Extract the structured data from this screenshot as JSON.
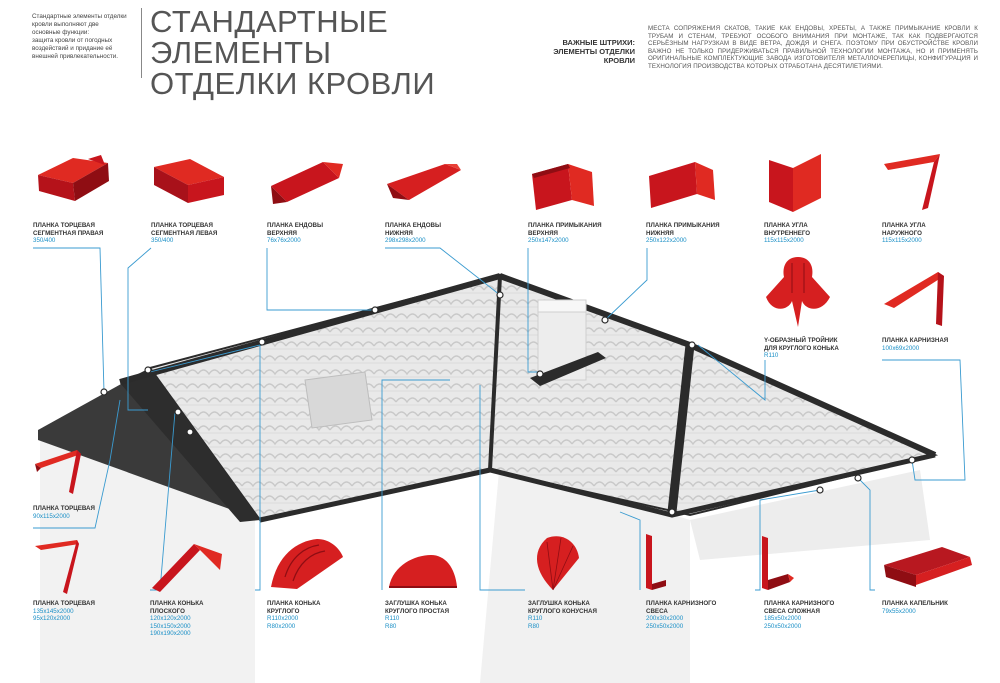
{
  "intro": {
    "lines": [
      "Стандартные элементы отделки",
      "кровли выполняют две",
      "основные функции:",
      "защита кровли от погодных",
      "воздействий и придание её",
      "внешней привлекательности."
    ]
  },
  "title": {
    "lines": [
      "СТАНДАРТНЫЕ",
      "ЭЛЕМЕНТЫ",
      "ОТДЕЛКИ КРОВЛИ"
    ]
  },
  "accent": {
    "lines": [
      "ВАЖНЫЕ ШТРИХИ:",
      "ЭЛЕМЕНТЫ ОТДЕЛКИ",
      "КРОВЛИ"
    ],
    "text": "МЕСТА СОПРЯЖЕНИЯ СКАТОВ, ТАКИЕ КАК ЕНДОВЫ, ХРЕБТЫ, А ТАКЖЕ ПРИМЫКАНИЕ КРОВЛИ К ТРУБАМ И СТЕНАМ, ТРЕБУЮТ ОСОБОГО ВНИМАНИЯ ПРИ МОНТАЖЕ, ТАК КАК ПОДВЕРГАЮТСЯ СЕРЬЁЗНЫМ НАГРУЗКАМ В ВИДЕ ВЕТРА, ДОЖДЯ И СНЕГА. ПОЭТОМУ ПРИ ОБУСТРОЙСТВЕ КРОВЛИ ВАЖНО НЕ ТОЛЬКО ПРИДЕРЖИВАТЬСЯ ПРАВИЛЬНОЙ ТЕХНОЛОГИИ МОНТАЖА, НО И ПРИМЕНЯТЬ ОРИГИНАЛЬНЫЕ КОМПЛЕКТУЮЩИЕ ЗАВОДА ИЗГОТОВИТЕЛЯ МЕТАЛЛОЧЕРЕПИЦЫ, КОНФИГУРАЦИЯ И ТЕХНОЛОГИЯ ПРОИЗВОДСТВА КОТОРЫХ ОТРАБОТАНА ДЕСЯТИЛЕТИЯМИ."
  },
  "colors": {
    "accent_red": "#c8151d",
    "size_blue": "#1a8fc6",
    "roof_black": "#2b2b2b",
    "wall_gray": "#e4e4e4"
  },
  "items": [
    {
      "id": "tortsevaya-segm-pravaya",
      "name": [
        "ПЛАНКА ТОРЦЕВАЯ",
        "СЕГМЕНТНАЯ ПРАВАЯ"
      ],
      "sizes": [
        "350/400"
      ]
    },
    {
      "id": "tortsevaya-segm-levaya",
      "name": [
        "ПЛАНКА ТОРЦЕВАЯ",
        "СЕГМЕНТНАЯ ЛЕВАЯ"
      ],
      "sizes": [
        "350/400"
      ]
    },
    {
      "id": "endovy-verhnyaya",
      "name": [
        "ПЛАНКА ЕНДОВЫ",
        "ВЕРХНЯЯ"
      ],
      "sizes": [
        "76x76x2000"
      ]
    },
    {
      "id": "endovy-nizhnyaya",
      "name": [
        "ПЛАНКА ЕНДОВЫ",
        "НИЖНЯЯ"
      ],
      "sizes": [
        "298x298x2000"
      ]
    },
    {
      "id": "primykaniya-verhnyaya",
      "name": [
        "ПЛАНКА ПРИМЫКАНИЯ",
        "ВЕРХНЯЯ"
      ],
      "sizes": [
        "250x147x2000"
      ]
    },
    {
      "id": "primykaniya-nizhnyaya",
      "name": [
        "ПЛАНКА ПРИМЫКАНИЯ",
        "НИЖНЯЯ"
      ],
      "sizes": [
        "250x122x2000"
      ]
    },
    {
      "id": "ugla-vnutrennego",
      "name": [
        "ПЛАНКА УГЛА",
        "ВНУТРЕННЕГО"
      ],
      "sizes": [
        "115x115x2000"
      ]
    },
    {
      "id": "ugla-naruzhnogo",
      "name": [
        "ПЛАНКА УГЛА",
        "НАРУЖНОГО"
      ],
      "sizes": [
        "115x115x2000"
      ]
    },
    {
      "id": "troynik",
      "name": [
        "Y-ОБРАЗНЫЙ ТРОЙНИК",
        "ДЛЯ КРУГЛОГО КОНЬКА"
      ],
      "sizes": [
        "R110"
      ]
    },
    {
      "id": "karniznaya",
      "name": [
        "ПЛАНКА КАРНИЗНАЯ"
      ],
      "sizes": [
        "100x69x2000"
      ]
    },
    {
      "id": "tortsevaya-90",
      "name": [
        "ПЛАНКА ТОРЦЕВАЯ"
      ],
      "sizes": [
        "90x115x2000"
      ]
    },
    {
      "id": "tortsevaya-135",
      "name": [
        "ПЛАНКА ТОРЦЕВАЯ"
      ],
      "sizes": [
        "135x145x2000",
        "95x120x2000"
      ]
    },
    {
      "id": "konka-ploskogo",
      "name": [
        "ПЛАНКА КОНЬКА",
        "ПЛОСКОГО"
      ],
      "sizes": [
        "120x120x2000",
        "150x150x2000",
        "190x190x2000"
      ]
    },
    {
      "id": "konka-kruglogo",
      "name": [
        "ПЛАНКА КОНЬКА",
        "КРУГЛОГО"
      ],
      "sizes": [
        "R110x2000",
        "R80x2000"
      ]
    },
    {
      "id": "zaglushka-prostaya",
      "name": [
        "ЗАГЛУШКА КОНЬКА",
        "КРУГЛОГО ПРОСТАЯ"
      ],
      "sizes": [
        "R110",
        "R80"
      ]
    },
    {
      "id": "zaglushka-konusnaya",
      "name": [
        "ЗАГЛУШКА КОНЬКА",
        "КРУГЛОГО КОНУСНАЯ"
      ],
      "sizes": [
        "R110",
        "R80"
      ]
    },
    {
      "id": "karniznogo-svesa",
      "name": [
        "ПЛАНКА КАРНИЗНОГО",
        "СВЕСА"
      ],
      "sizes": [
        "200x30x2000",
        "250x50x2000"
      ]
    },
    {
      "id": "karniznogo-svesa-slozhnaya",
      "name": [
        "ПЛАНКА КАРНИЗНОГО",
        "СВЕСА СЛОЖНАЯ"
      ],
      "sizes": [
        "185x50x2000",
        "250x50x2000"
      ]
    },
    {
      "id": "kapelnik",
      "name": [
        "ПЛАНКА КАПЕЛЬНИК"
      ],
      "sizes": [
        "79x55x2000"
      ]
    }
  ]
}
